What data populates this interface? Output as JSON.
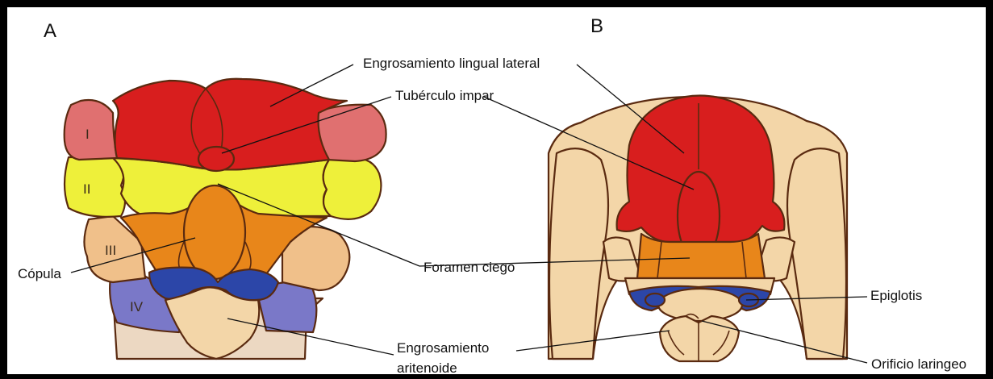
{
  "panels": {
    "a": "A",
    "b": "B"
  },
  "arches": {
    "i": "I",
    "ii": "II",
    "iii": "III",
    "iv": "IV"
  },
  "labels": {
    "engrosamiento_lateral": "Engrosamiento lingual lateral",
    "tuberculo_impar": "Tubérculo impar",
    "copula": "Cópula",
    "foramen_ciego": "Foramen ciego",
    "aritenoide_line1": "Engrosamiento",
    "aritenoide_line2": "aritenoide",
    "epiglotis": "Epiglotis",
    "orificio_laringeo": "Orificio laringeo"
  },
  "colors": {
    "arch1": "#d81e1e",
    "arch1_side": "#e07070",
    "arch2": "#eef03a",
    "arch3": "#e8861a",
    "arch3_side": "#f0c08a",
    "arch4": "#2c46a8",
    "arch4_side": "#7a78c8",
    "tissue": "#f3d6a8",
    "base": "#ecd8c2"
  }
}
